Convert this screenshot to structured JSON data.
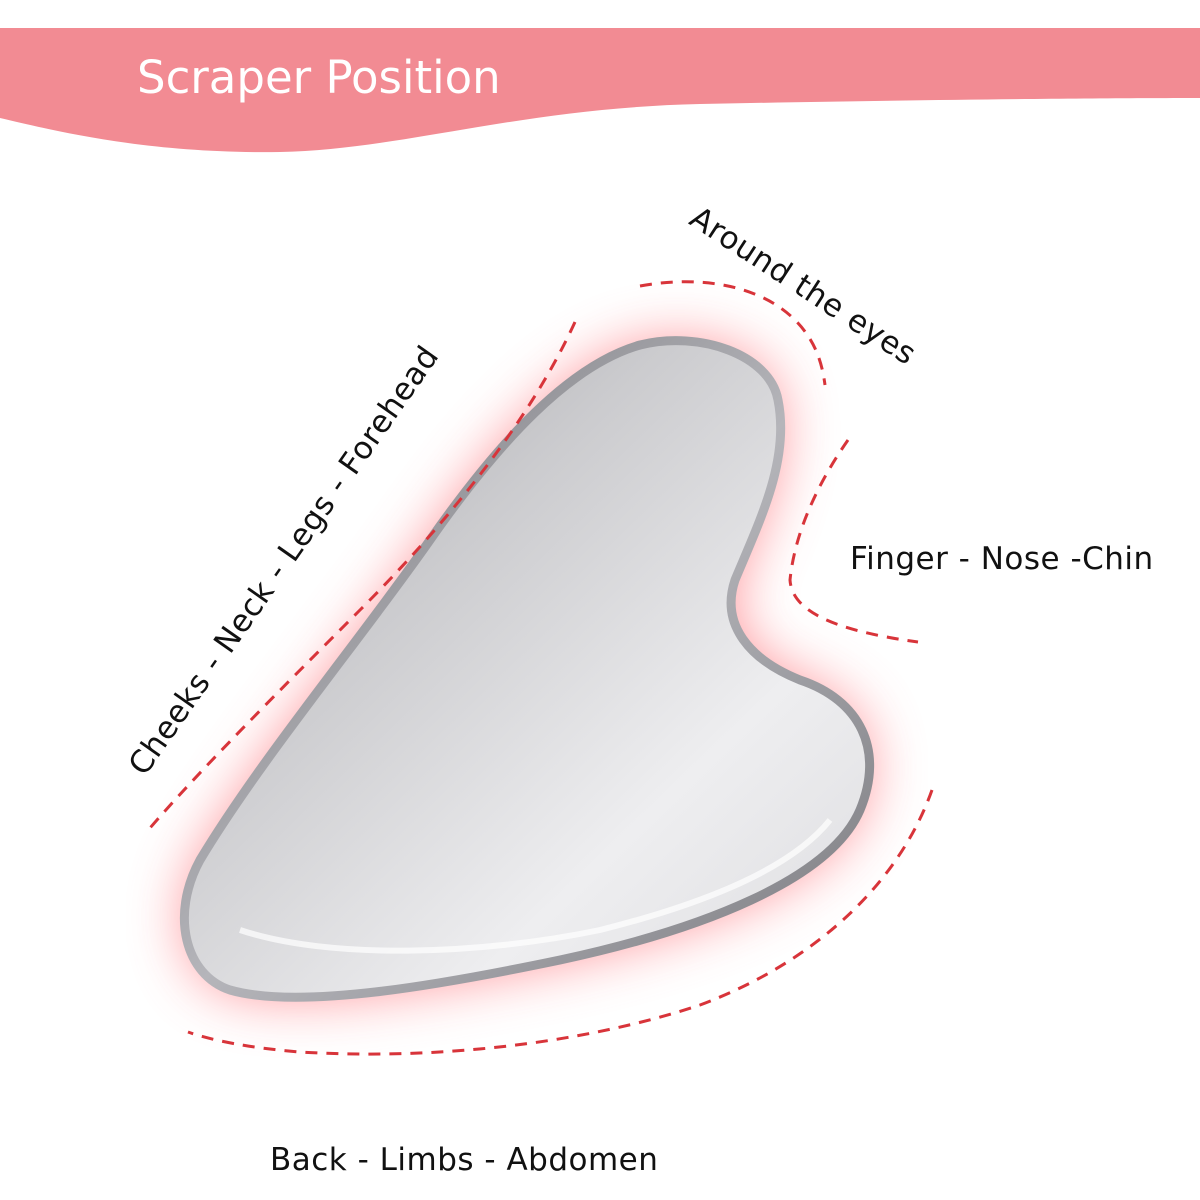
{
  "banner": {
    "title": "Scraper Position",
    "color": "#f28b93"
  },
  "labels": {
    "eyes": "Around the eyes",
    "cheeks": "Cheeks - Neck - Legs - Forehead",
    "finger": "Finger - Nose -Chin",
    "back": "Back - Limbs - Abdomen"
  },
  "colors": {
    "dash": "#d8343a",
    "glow": "#ff7b80",
    "text": "#111111"
  }
}
